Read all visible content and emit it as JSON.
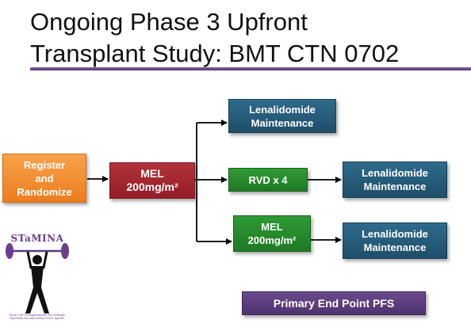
{
  "slide": {
    "title_line1": "Ongoing Phase 3 Upfront",
    "title_line2": "Transplant Study: BMT  CTN 0702"
  },
  "boxes": {
    "register": {
      "line1": "Register",
      "line2": "and",
      "line3": "Randomize"
    },
    "mel1": {
      "line1": "MEL",
      "line2": "200mg/m²"
    },
    "len1": {
      "line1": "Lenalidomide",
      "line2": "Maintenance"
    },
    "rvd": {
      "line1": "RVD x 4"
    },
    "len2": {
      "line1": "Lenalidomide",
      "line2": "Maintenance"
    },
    "mel2": {
      "line1": "MEL",
      "line2": "200mg/m²"
    },
    "len3": {
      "line1": "Lenalidomide",
      "line2": "Maintenance"
    },
    "endpoint": {
      "label": "Primary End Point PFS"
    }
  },
  "logo": {
    "name": "STaMINA",
    "caption": "Stem Cell Transplantation for Multiple Myeloma Incorporating Novel Agents"
  },
  "colors": {
    "orange": "#ed7d1f",
    "red": "#961d26",
    "blue": "#1e4e69",
    "green": "#1f7a25",
    "purple": "#4f3370"
  }
}
